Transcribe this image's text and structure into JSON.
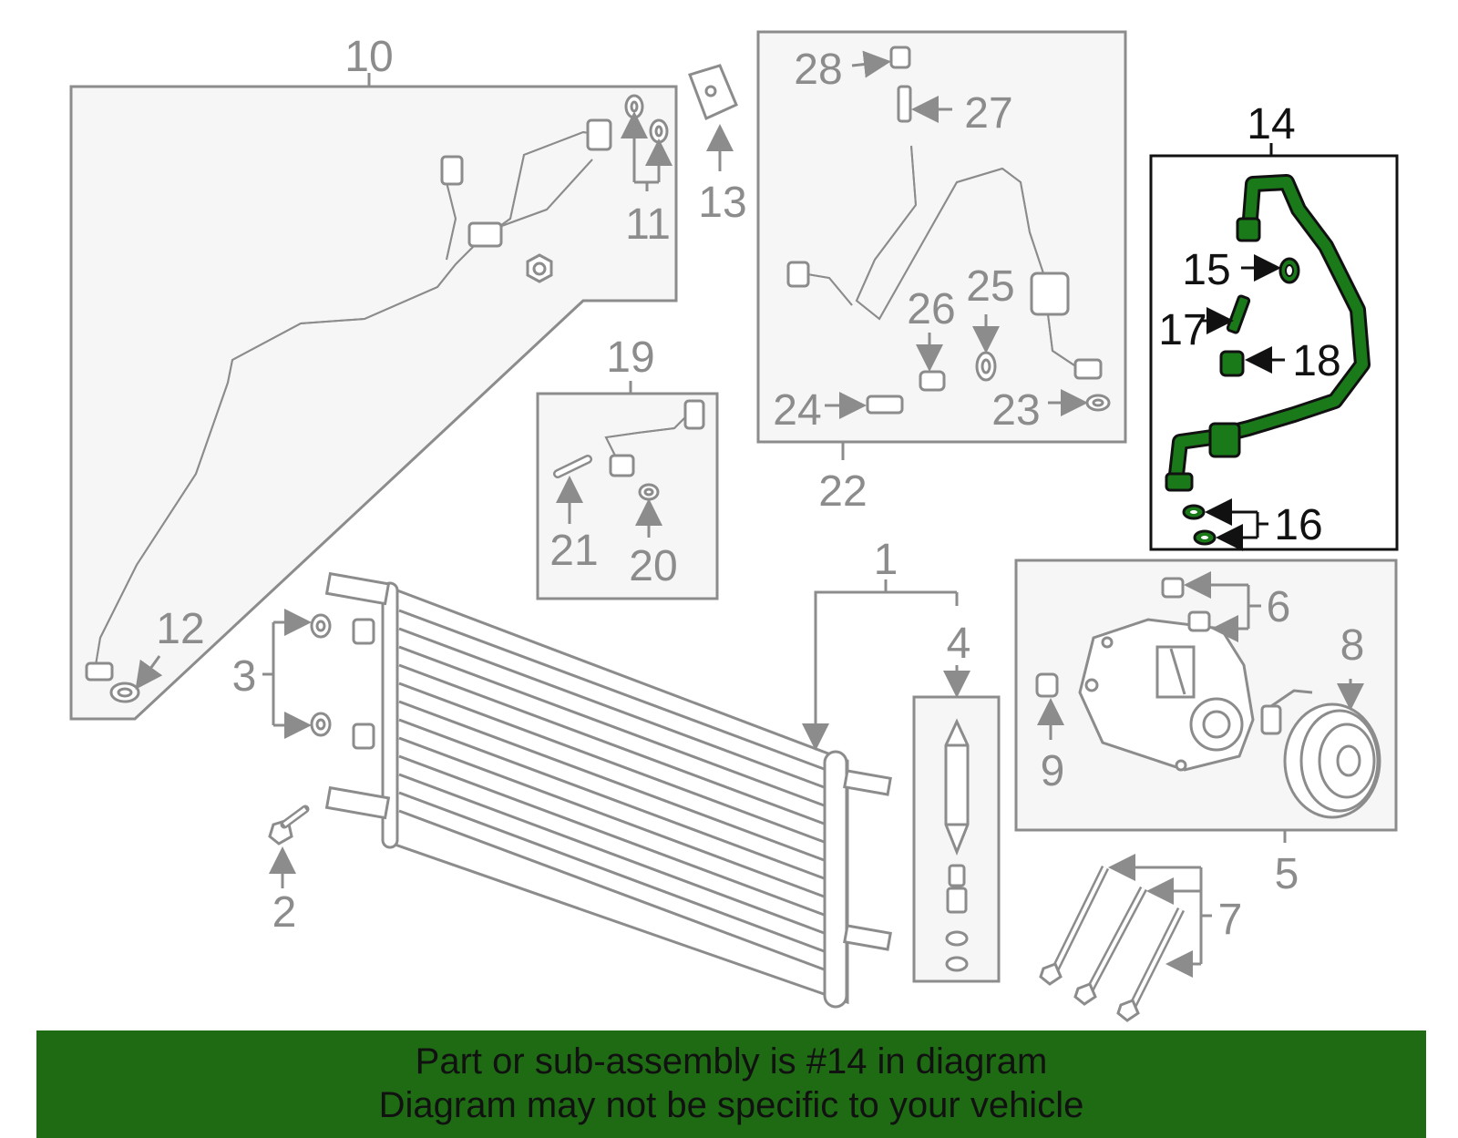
{
  "colors": {
    "background": "#ffffff",
    "part_gray": "#8c8c8c",
    "panel_fill": "#f6f6f6",
    "highlight_green": "#1a7a1a",
    "banner_green": "#1e6b14",
    "text_dark": "#111111"
  },
  "callouts": {
    "n1": "1",
    "n2": "2",
    "n3": "3",
    "n4": "4",
    "n5": "5",
    "n6": "6",
    "n7": "7",
    "n8": "8",
    "n9": "9",
    "n10": "10",
    "n11": "11",
    "n12": "12",
    "n13": "13",
    "n14": "14",
    "n15": "15",
    "n16": "16",
    "n17": "17",
    "n18": "18",
    "n19": "19",
    "n20": "20",
    "n21": "21",
    "n22": "22",
    "n23": "23",
    "n24": "24",
    "n25": "25",
    "n26": "26",
    "n27": "27",
    "n28": "28"
  },
  "highlighted_part": "14",
  "banner": {
    "line1": "Part or sub-assembly is #14 in diagram",
    "line2": "Diagram may not be specific to your vehicle"
  }
}
